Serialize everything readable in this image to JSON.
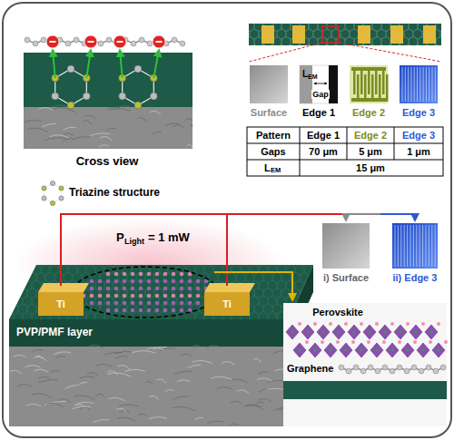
{
  "diagram": {
    "nodes": [
      {
        "text": [
          "Surface"
        ]
      },
      {
        "text": [
          "Edge 1"
        ]
      },
      {
        "text": [
          "Edge 2"
        ]
      },
      {
        "text": [
          "Edge 3"
        ]
      },
      {
        "text": [
          "i) Surface"
        ]
      },
      {
        "text": [
          "ii) Edge 3"
        ]
      }
    ],
    "labels": [
      "Cross view",
      "L",
      "EM",
      "Gap",
      "Pattern",
      "Edge 1",
      "Edge 2",
      "Edge 3",
      "Gaps",
      "70 μm",
      "5 μm",
      "1 μm",
      "L",
      "EM",
      "15 μm",
      "P",
      "Light",
      "= 1 mW",
      "Ti",
      "Ti",
      "PVP/PMF layer",
      "Perovskite",
      "Graphene"
    ],
    "legend": [
      {
        "text": "Triazine structure"
      }
    ]
  }
}
